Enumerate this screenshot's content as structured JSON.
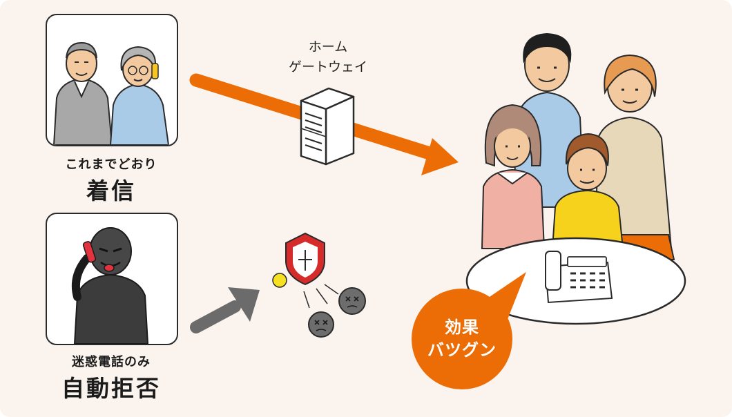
{
  "gateway": {
    "line1": "ホーム",
    "line2": "ゲートウェイ"
  },
  "normal": {
    "subtitle": "これまでどおり",
    "title": "着信"
  },
  "blocked": {
    "subtitle": "迷惑電話のみ",
    "title": "自動拒否"
  },
  "badge": {
    "line1": "効果",
    "line2": "バツグン"
  },
  "colors": {
    "background": "#fbf4ee",
    "accent_orange": "#ec6d05",
    "arrow_gray": "#6b6b6b",
    "shield_red": "#d62b2b",
    "shirt_blue": "#a9cbe8"
  },
  "icons": [
    "home-gateway-icon",
    "shield-icon",
    "blocked-call-icon",
    "telephone-icon",
    "speech-bubble-icon",
    "arrow-icon"
  ]
}
